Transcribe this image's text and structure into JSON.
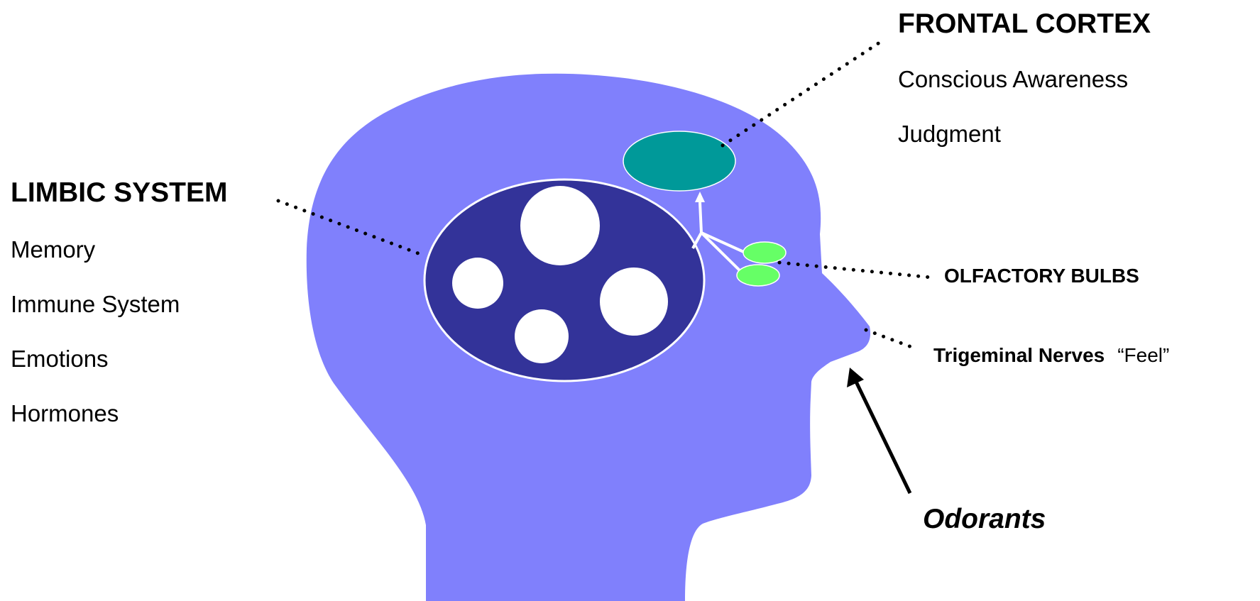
{
  "colors": {
    "head": "#8080fc",
    "limbic": "#333399",
    "limbic_outline": "#ffffff",
    "frontal_cortex": "#009999",
    "olfactory_bulbs": "#66ff66",
    "leader_dots": "#000000",
    "arrow": "#000000",
    "pathway": "#ffffff"
  },
  "frontal_cortex": {
    "title": "FRONTAL CORTEX",
    "items": [
      "Conscious Awareness",
      "Judgment"
    ]
  },
  "limbic_system": {
    "title": "LIMBIC SYSTEM",
    "items": [
      "Memory",
      "Immune System",
      "Emotions",
      "Hormones"
    ]
  },
  "olfactory_bulbs": {
    "label": "OLFACTORY BULBS"
  },
  "trigeminal": {
    "label": "Trigeminal Nerves",
    "note": "“Feel”"
  },
  "odorants": {
    "label": "Odorants"
  }
}
